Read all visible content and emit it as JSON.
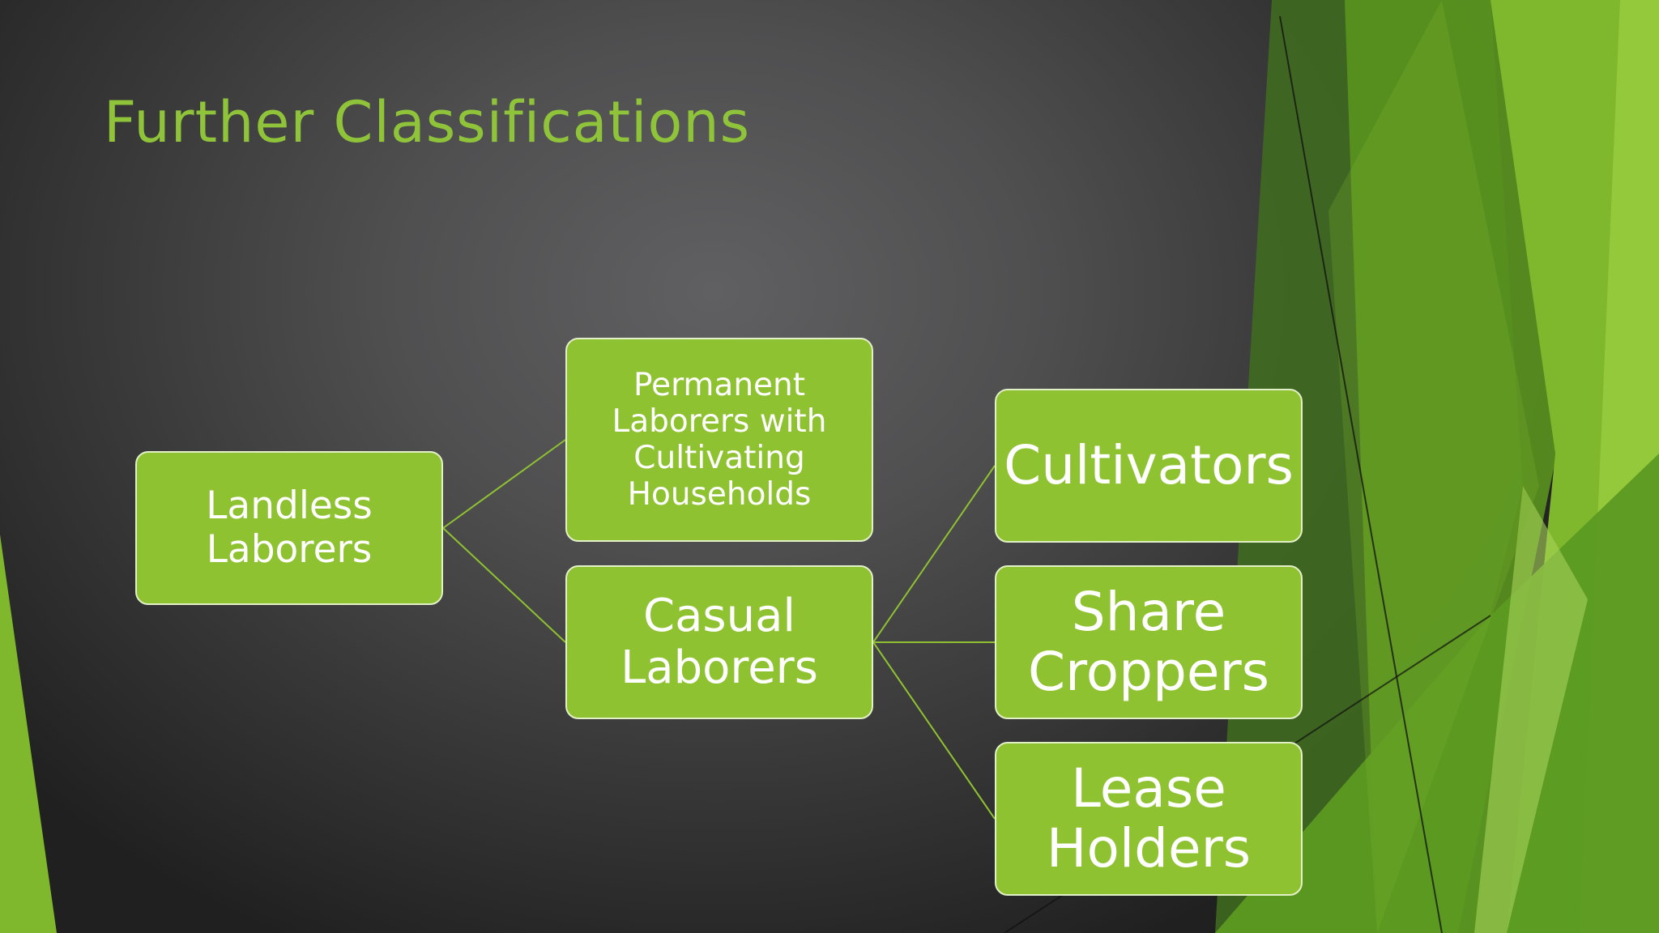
{
  "slide": {
    "title": "Further Classifications"
  },
  "colors": {
    "accent": "#8fc43a",
    "node_fill": "#8fc231",
    "node_border": "#e2f0c8",
    "connector": "#8fc231",
    "node_text": "#ffffff"
  },
  "diagram": {
    "type": "hierarchy",
    "nodes": [
      {
        "id": "landless",
        "label": "Landless Laborers"
      },
      {
        "id": "permanent",
        "label": "Permanent Laborers with Cultivating Households"
      },
      {
        "id": "casual",
        "label": "Casual Laborers"
      },
      {
        "id": "cultivators",
        "label": "Cultivators"
      },
      {
        "id": "share",
        "label": "Share Croppers"
      },
      {
        "id": "lease",
        "label": "Lease Holders"
      }
    ],
    "edges": [
      {
        "from": "landless",
        "to": "permanent"
      },
      {
        "from": "landless",
        "to": "casual"
      },
      {
        "from": "casual",
        "to": "cultivators"
      },
      {
        "from": "casual",
        "to": "share"
      },
      {
        "from": "casual",
        "to": "lease"
      }
    ]
  }
}
